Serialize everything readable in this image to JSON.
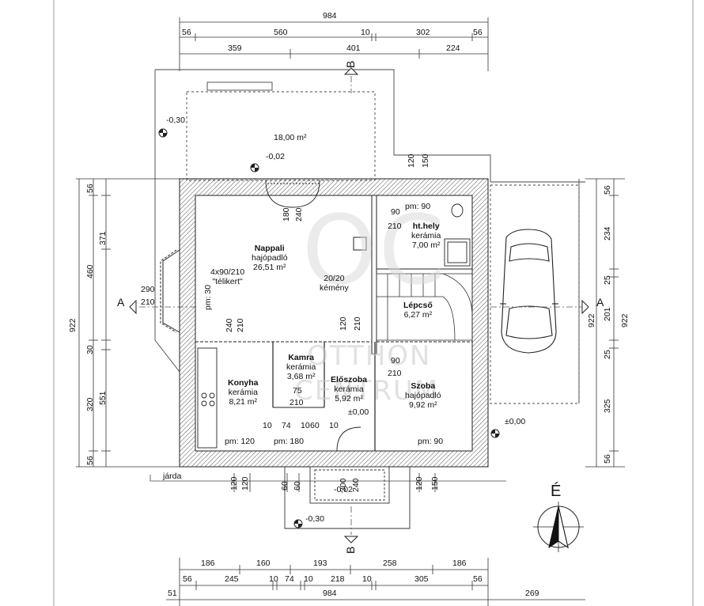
{
  "watermark": {
    "logo": "OC",
    "line1": "OTTHON",
    "line2": "CENTRUM"
  },
  "dimensions": {
    "top_total": "984",
    "top_row1": [
      "56",
      "560",
      "10",
      "302",
      "56"
    ],
    "top_row2": [
      "359",
      "401",
      "224"
    ],
    "bottom_row1": [
      "186",
      "160",
      "193",
      "258",
      "186"
    ],
    "bottom_row2": [
      "56",
      "245",
      "10",
      "74",
      "10",
      "218",
      "10",
      "305",
      "56"
    ],
    "bottom_total": "984",
    "bottom_left": "51",
    "bottom_right": "269",
    "left_outer": "922",
    "left_mid": [
      "56",
      "371",
      "460",
      "290",
      "210",
      "30",
      "551",
      "320",
      "56"
    ],
    "right_inner": [
      "56",
      "234",
      "25",
      "201",
      "25",
      "325",
      "56"
    ],
    "right_922a": "922",
    "right_922b": "922"
  },
  "section_marks": {
    "a": "A",
    "b": "B"
  },
  "levels": {
    "terrace": "-0,30",
    "terrace2": "-0,02",
    "ground": "±0,00",
    "ground2": "±0,00",
    "entry": "-0,02",
    "front": "-0,30"
  },
  "rooms": {
    "terasz": {
      "area": "18,00 m²"
    },
    "nappali": {
      "name": "Nappali",
      "floor": "hajópadló",
      "area": "26,51 m²"
    },
    "telikert": {
      "size": "4x90/210",
      "name": "\"télikert\""
    },
    "kemeny": {
      "size": "20/20",
      "name": "kémény"
    },
    "htHely": {
      "name": "ht.hely",
      "floor": "kerámia",
      "area": "7,00 m²"
    },
    "lepcso": {
      "name": "Lépcső",
      "area": "6,27 m²"
    },
    "konyha": {
      "name": "Konyha",
      "floor": "kerámia",
      "area": "8,21 m²"
    },
    "kamra": {
      "name": "Kamra",
      "floor": "kerámia",
      "area": "3,68 m²"
    },
    "eloszoba": {
      "name": "Előszoba",
      "floor": "kerámia",
      "area": "5,92 m²"
    },
    "szoba": {
      "name": "Szoba",
      "floor": "hajópadló",
      "area": "9,92 m²"
    }
  },
  "openings": {
    "d180": "180",
    "d240a": "240",
    "pm90a": "pm: 90",
    "d90a": "90",
    "d210a": "210",
    "pm30": "pm: 30",
    "d240b": "240",
    "d210b": "210",
    "d120a": "120",
    "d210c": "210",
    "d90b": "90",
    "d210d": "210",
    "d75": "75",
    "d210e": "210",
    "d10a": "10",
    "d74": "74",
    "d10b": "10",
    "d60": "60",
    "d10c": "10",
    "pm120": "pm: 120",
    "pm180": "pm: 180",
    "pm90b": "pm: 90",
    "d120t": "120",
    "d150t": "150",
    "b120a": "120",
    "b120b": "120",
    "b60a": "60",
    "b60b": "60",
    "b300": "300",
    "b240": "240",
    "b120c": "120",
    "b150": "150"
  },
  "jarda": "járda",
  "north": "É"
}
